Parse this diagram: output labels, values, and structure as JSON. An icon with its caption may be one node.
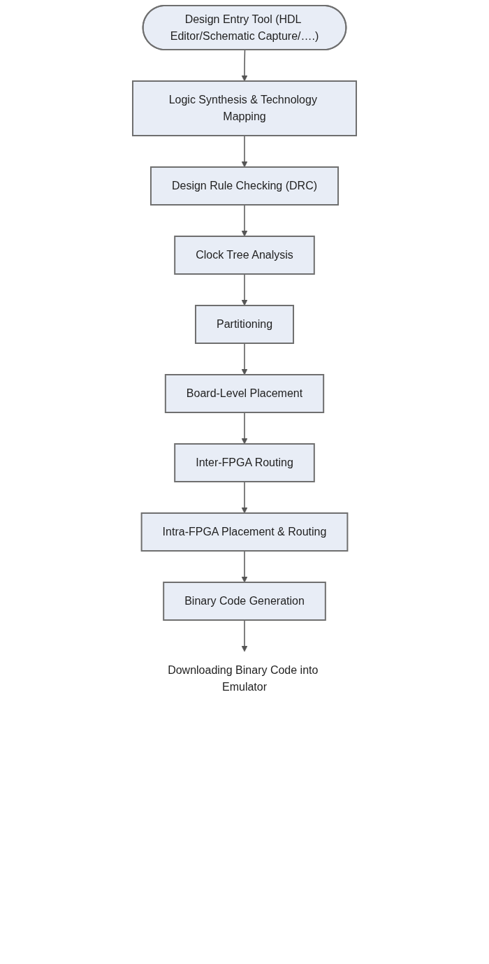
{
  "diagram": {
    "nodes": [
      {
        "text": [
          "Design Entry Tool (HDL Editor/Schematic Capture/….)"
        ]
      },
      {
        "text": [
          "Logic Synthesis & Technology Mapping"
        ]
      },
      {
        "text": [
          "Design Rule Checking (DRC)"
        ]
      },
      {
        "text": [
          "Clock Tree Analysis"
        ]
      },
      {
        "text": [
          "Partitioning"
        ]
      },
      {
        "text": [
          "Board-Level Placement"
        ]
      },
      {
        "text": [
          "Inter-FPGA Routing"
        ]
      },
      {
        "text": [
          "Intra-FPGA Placement & Routing"
        ]
      },
      {
        "text": [
          "Binary Code Generation"
        ]
      },
      {
        "text": [
          "Downloading Binary Code into Emulator"
        ]
      }
    ],
    "edges": [
      {
        "from": 0,
        "to": 1,
        "arrow": "to"
      },
      {
        "from": 1,
        "to": 2,
        "arrow": "to"
      },
      {
        "from": 2,
        "to": 3,
        "arrow": "to"
      },
      {
        "from": 3,
        "to": 4,
        "arrow": "to"
      },
      {
        "from": 4,
        "to": 5,
        "arrow": "to"
      },
      {
        "from": 5,
        "to": 6,
        "arrow": "to"
      },
      {
        "from": 6,
        "to": 7,
        "arrow": "to"
      },
      {
        "from": 7,
        "to": 8,
        "arrow": "to"
      },
      {
        "from": 8,
        "to": 9,
        "arrow": "to"
      }
    ]
  }
}
